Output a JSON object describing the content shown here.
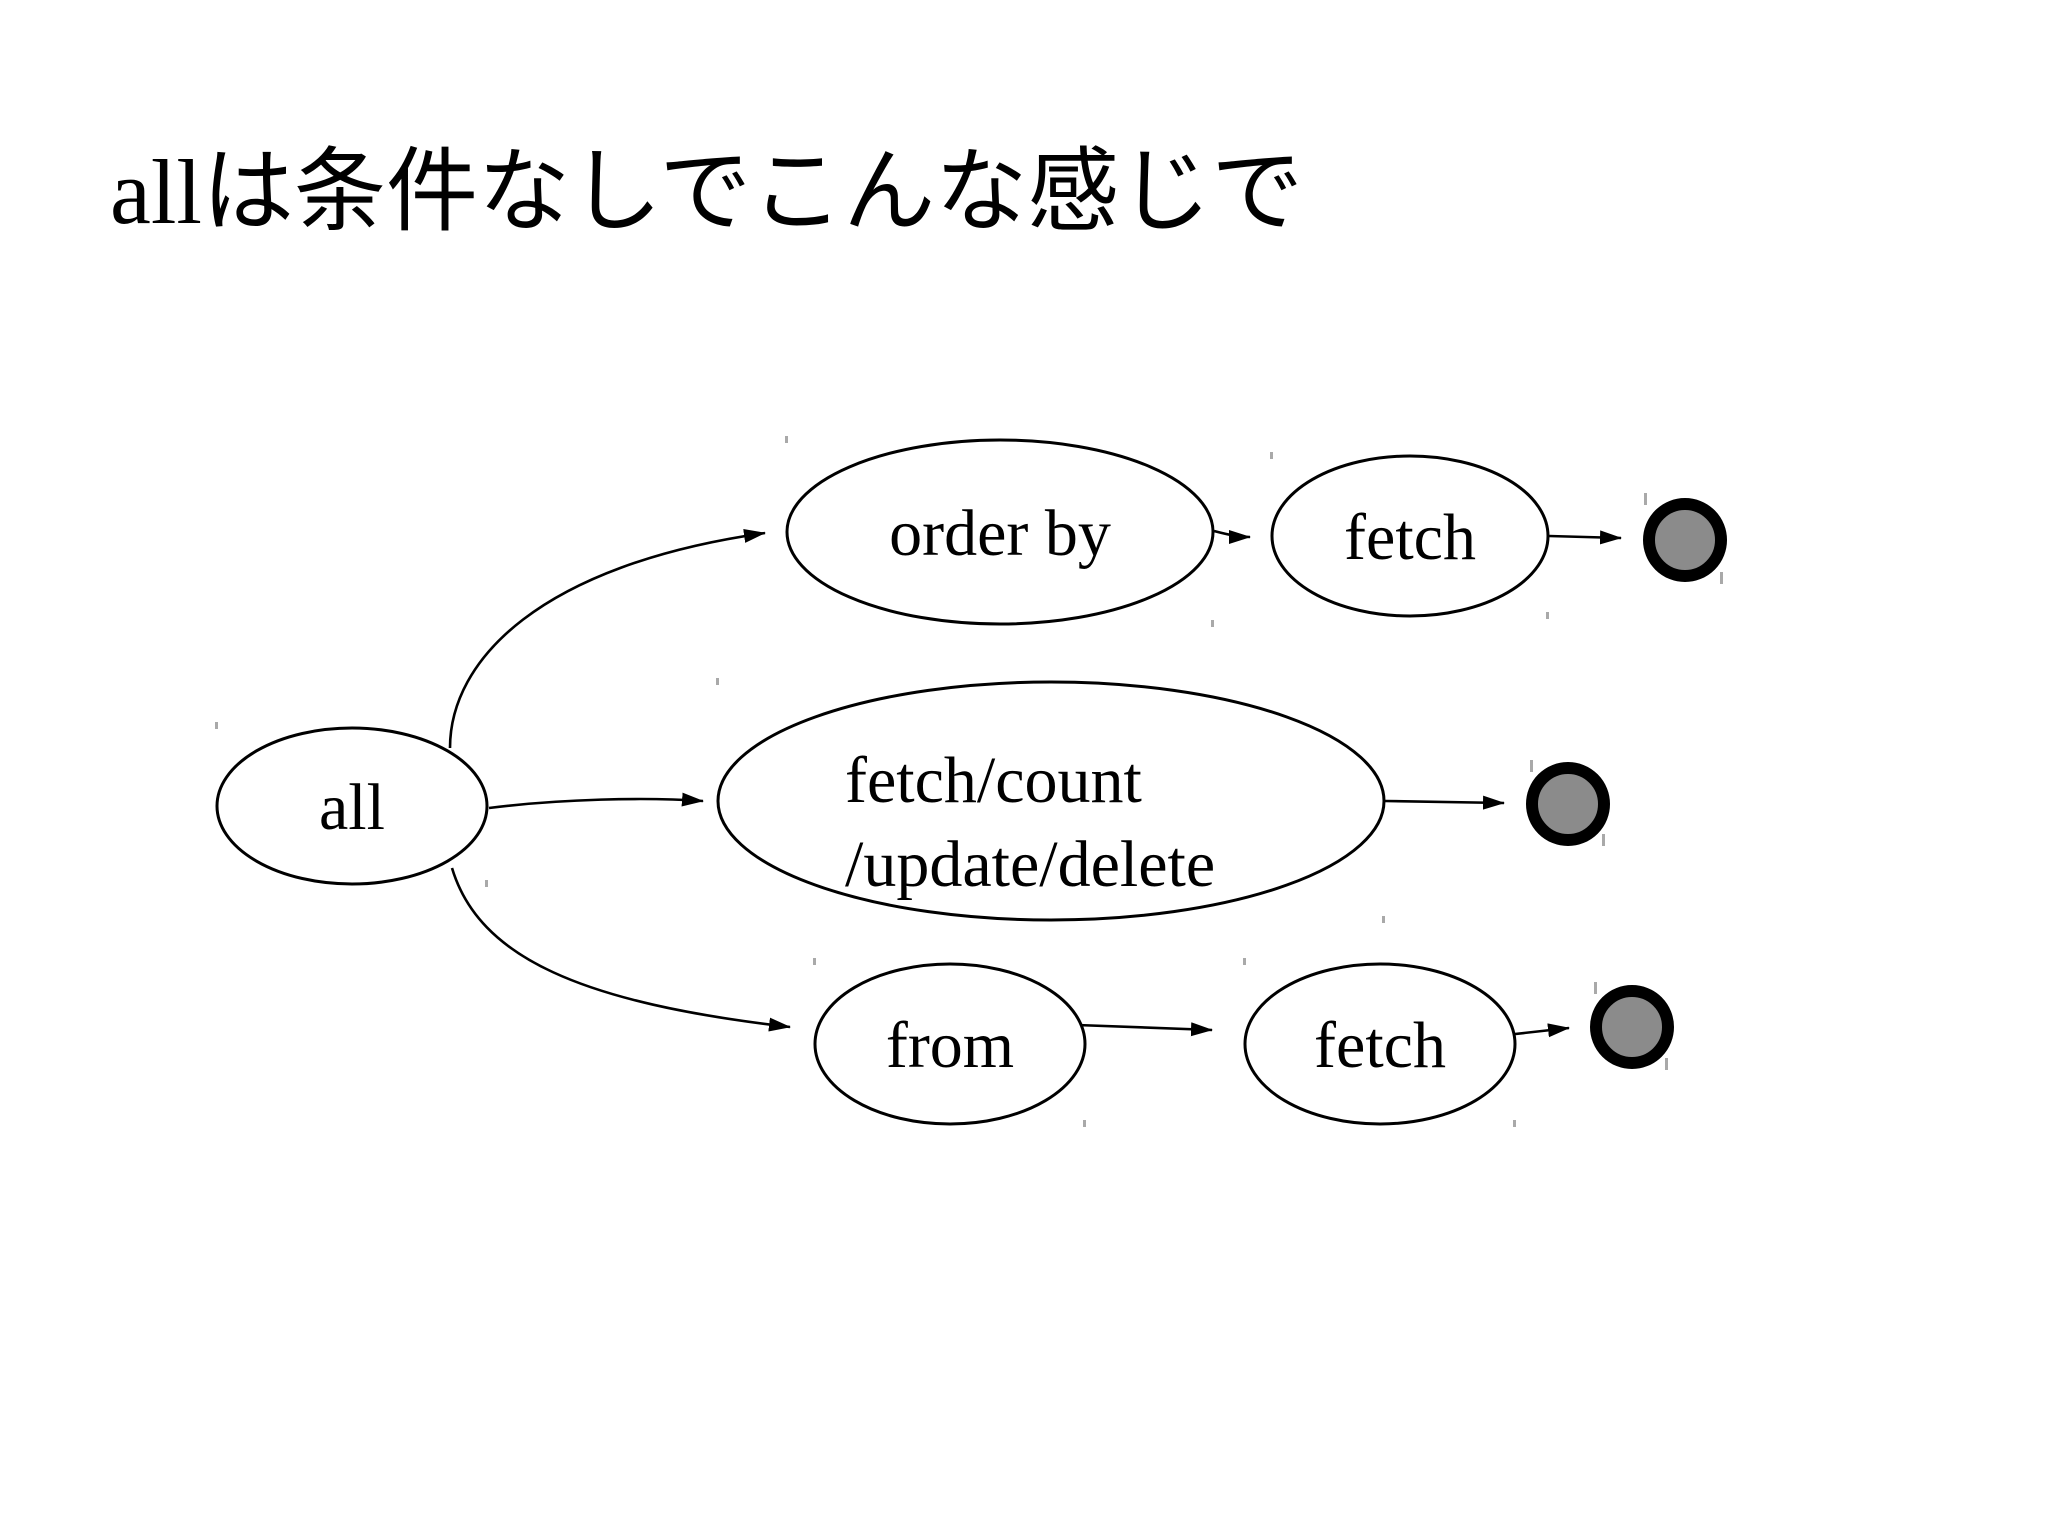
{
  "slide": {
    "title": "allは条件なしでこんな感じで"
  },
  "diagram": {
    "type": "state-diagram",
    "nodes": [
      {
        "id": "all",
        "label": "all"
      },
      {
        "id": "order-by",
        "label": "order by"
      },
      {
        "id": "fetch-after-order-by",
        "label": "fetch"
      },
      {
        "id": "fetch-count-update-delete",
        "lines": [
          "fetch/count",
          "/update/delete"
        ]
      },
      {
        "id": "from",
        "label": "from"
      },
      {
        "id": "fetch-after-from",
        "label": "fetch"
      }
    ],
    "final_states": [
      {
        "id": "final-after-order-by-fetch"
      },
      {
        "id": "final-after-fetch-count-update-delete"
      },
      {
        "id": "final-after-from-fetch"
      }
    ],
    "edges": [
      {
        "from": "all",
        "to": "order-by"
      },
      {
        "from": "all",
        "to": "fetch-count-update-delete"
      },
      {
        "from": "all",
        "to": "from"
      },
      {
        "from": "order-by",
        "to": "fetch-after-order-by"
      },
      {
        "from": "fetch-after-order-by",
        "to": "final-after-order-by-fetch"
      },
      {
        "from": "fetch-count-update-delete",
        "to": "final-after-fetch-count-update-delete"
      },
      {
        "from": "from",
        "to": "fetch-after-from"
      },
      {
        "from": "fetch-after-from",
        "to": "final-after-from-fetch"
      }
    ],
    "colors": {
      "background": "#ffffff",
      "node_fill": "#ffffff",
      "node_stroke": "#000000",
      "edge_stroke": "#000000",
      "text_color": "#000000",
      "final_state_fill": "#8b8b8b",
      "final_state_ring": "#000000"
    }
  }
}
